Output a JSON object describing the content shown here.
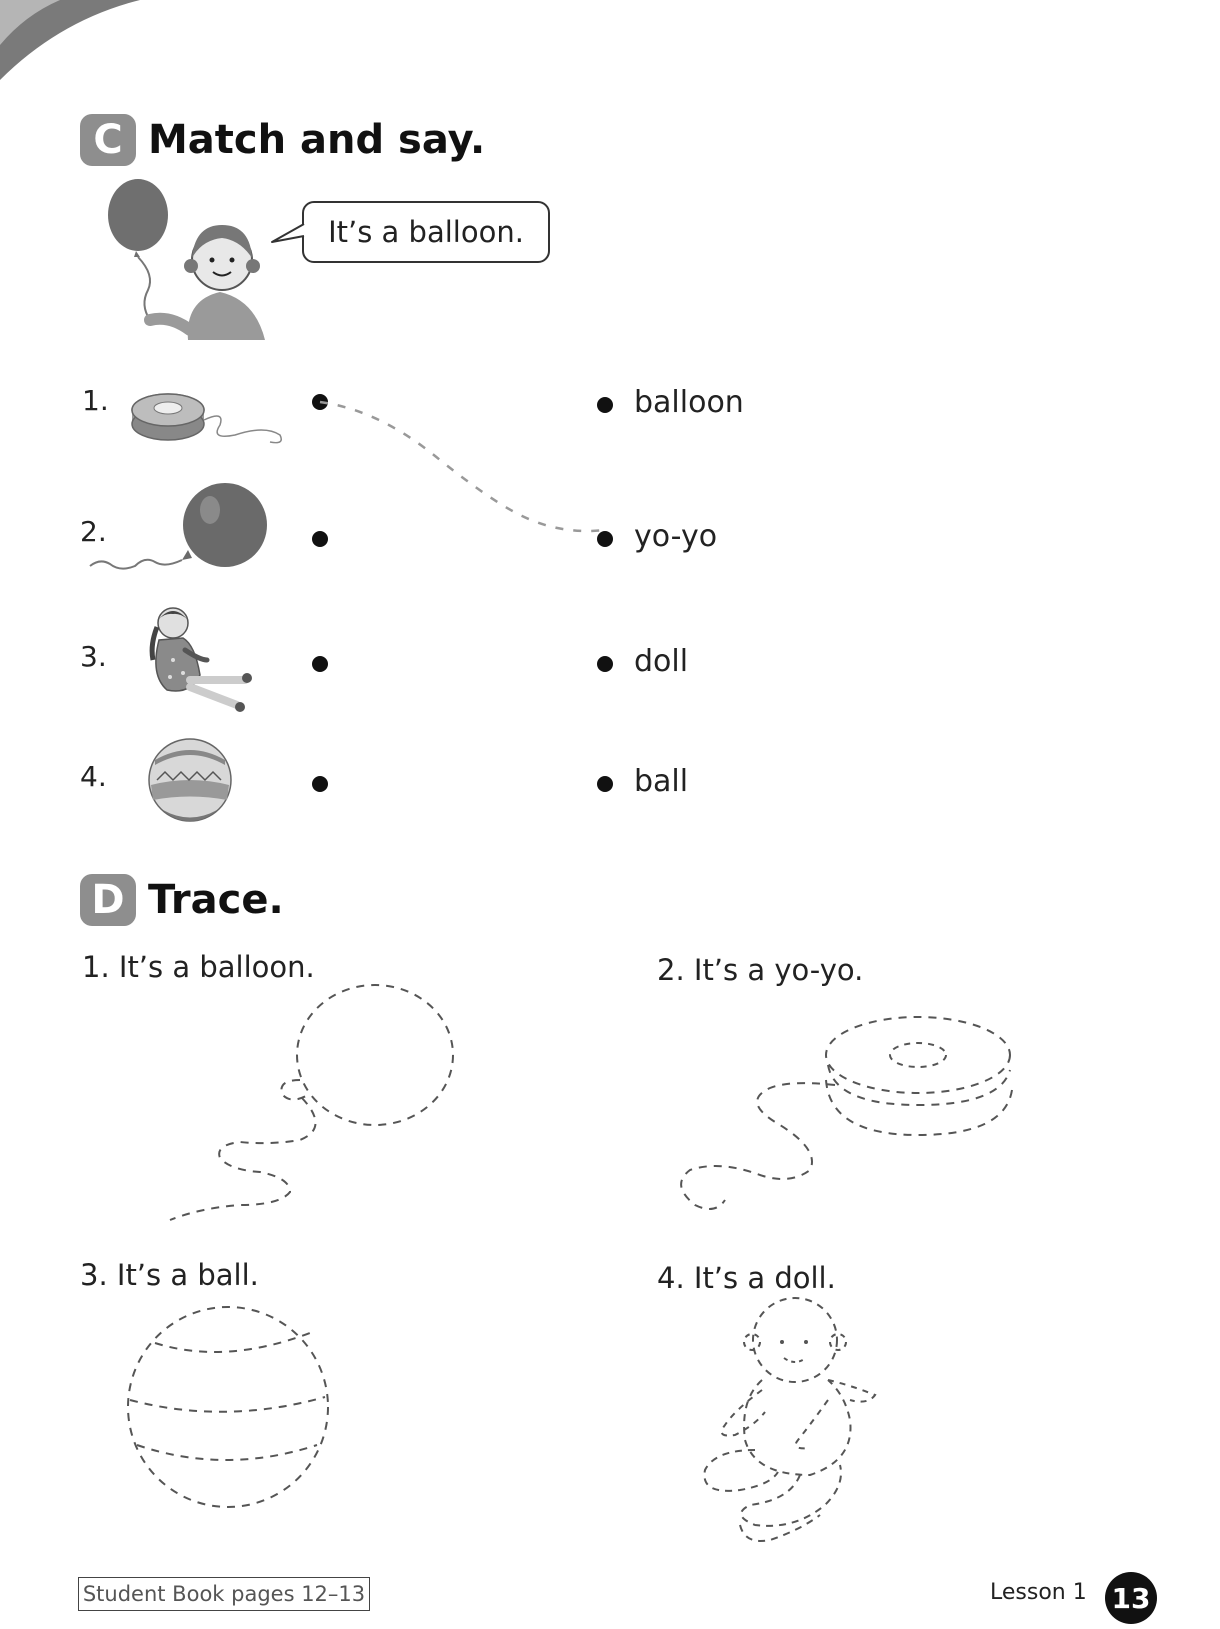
{
  "section_c": {
    "letter": "C",
    "title": "Match and say.",
    "example_speech": "It’s a balloon."
  },
  "match_items": [
    {
      "number": "1.",
      "picture": "yo-yo-icon"
    },
    {
      "number": "2.",
      "picture": "balloon-icon"
    },
    {
      "number": "3.",
      "picture": "doll-icon"
    },
    {
      "number": "4.",
      "picture": "ball-icon"
    }
  ],
  "match_words": [
    "balloon",
    "yo-yo",
    "doll",
    "ball"
  ],
  "section_d": {
    "letter": "D",
    "title": "Trace.",
    "items": [
      {
        "sentence": "1. It’s a balloon."
      },
      {
        "sentence": "2. It’s a yo-yo."
      },
      {
        "sentence": "3. It’s a ball."
      },
      {
        "sentence": "4. It’s a doll."
      }
    ]
  },
  "footer": {
    "book_reference": "Student Book pages 12–13",
    "lesson": "Lesson 1",
    "page_number": "13"
  },
  "colors": {
    "badge_gray": "#8e8e8e",
    "ink": "#1a1a1a"
  }
}
